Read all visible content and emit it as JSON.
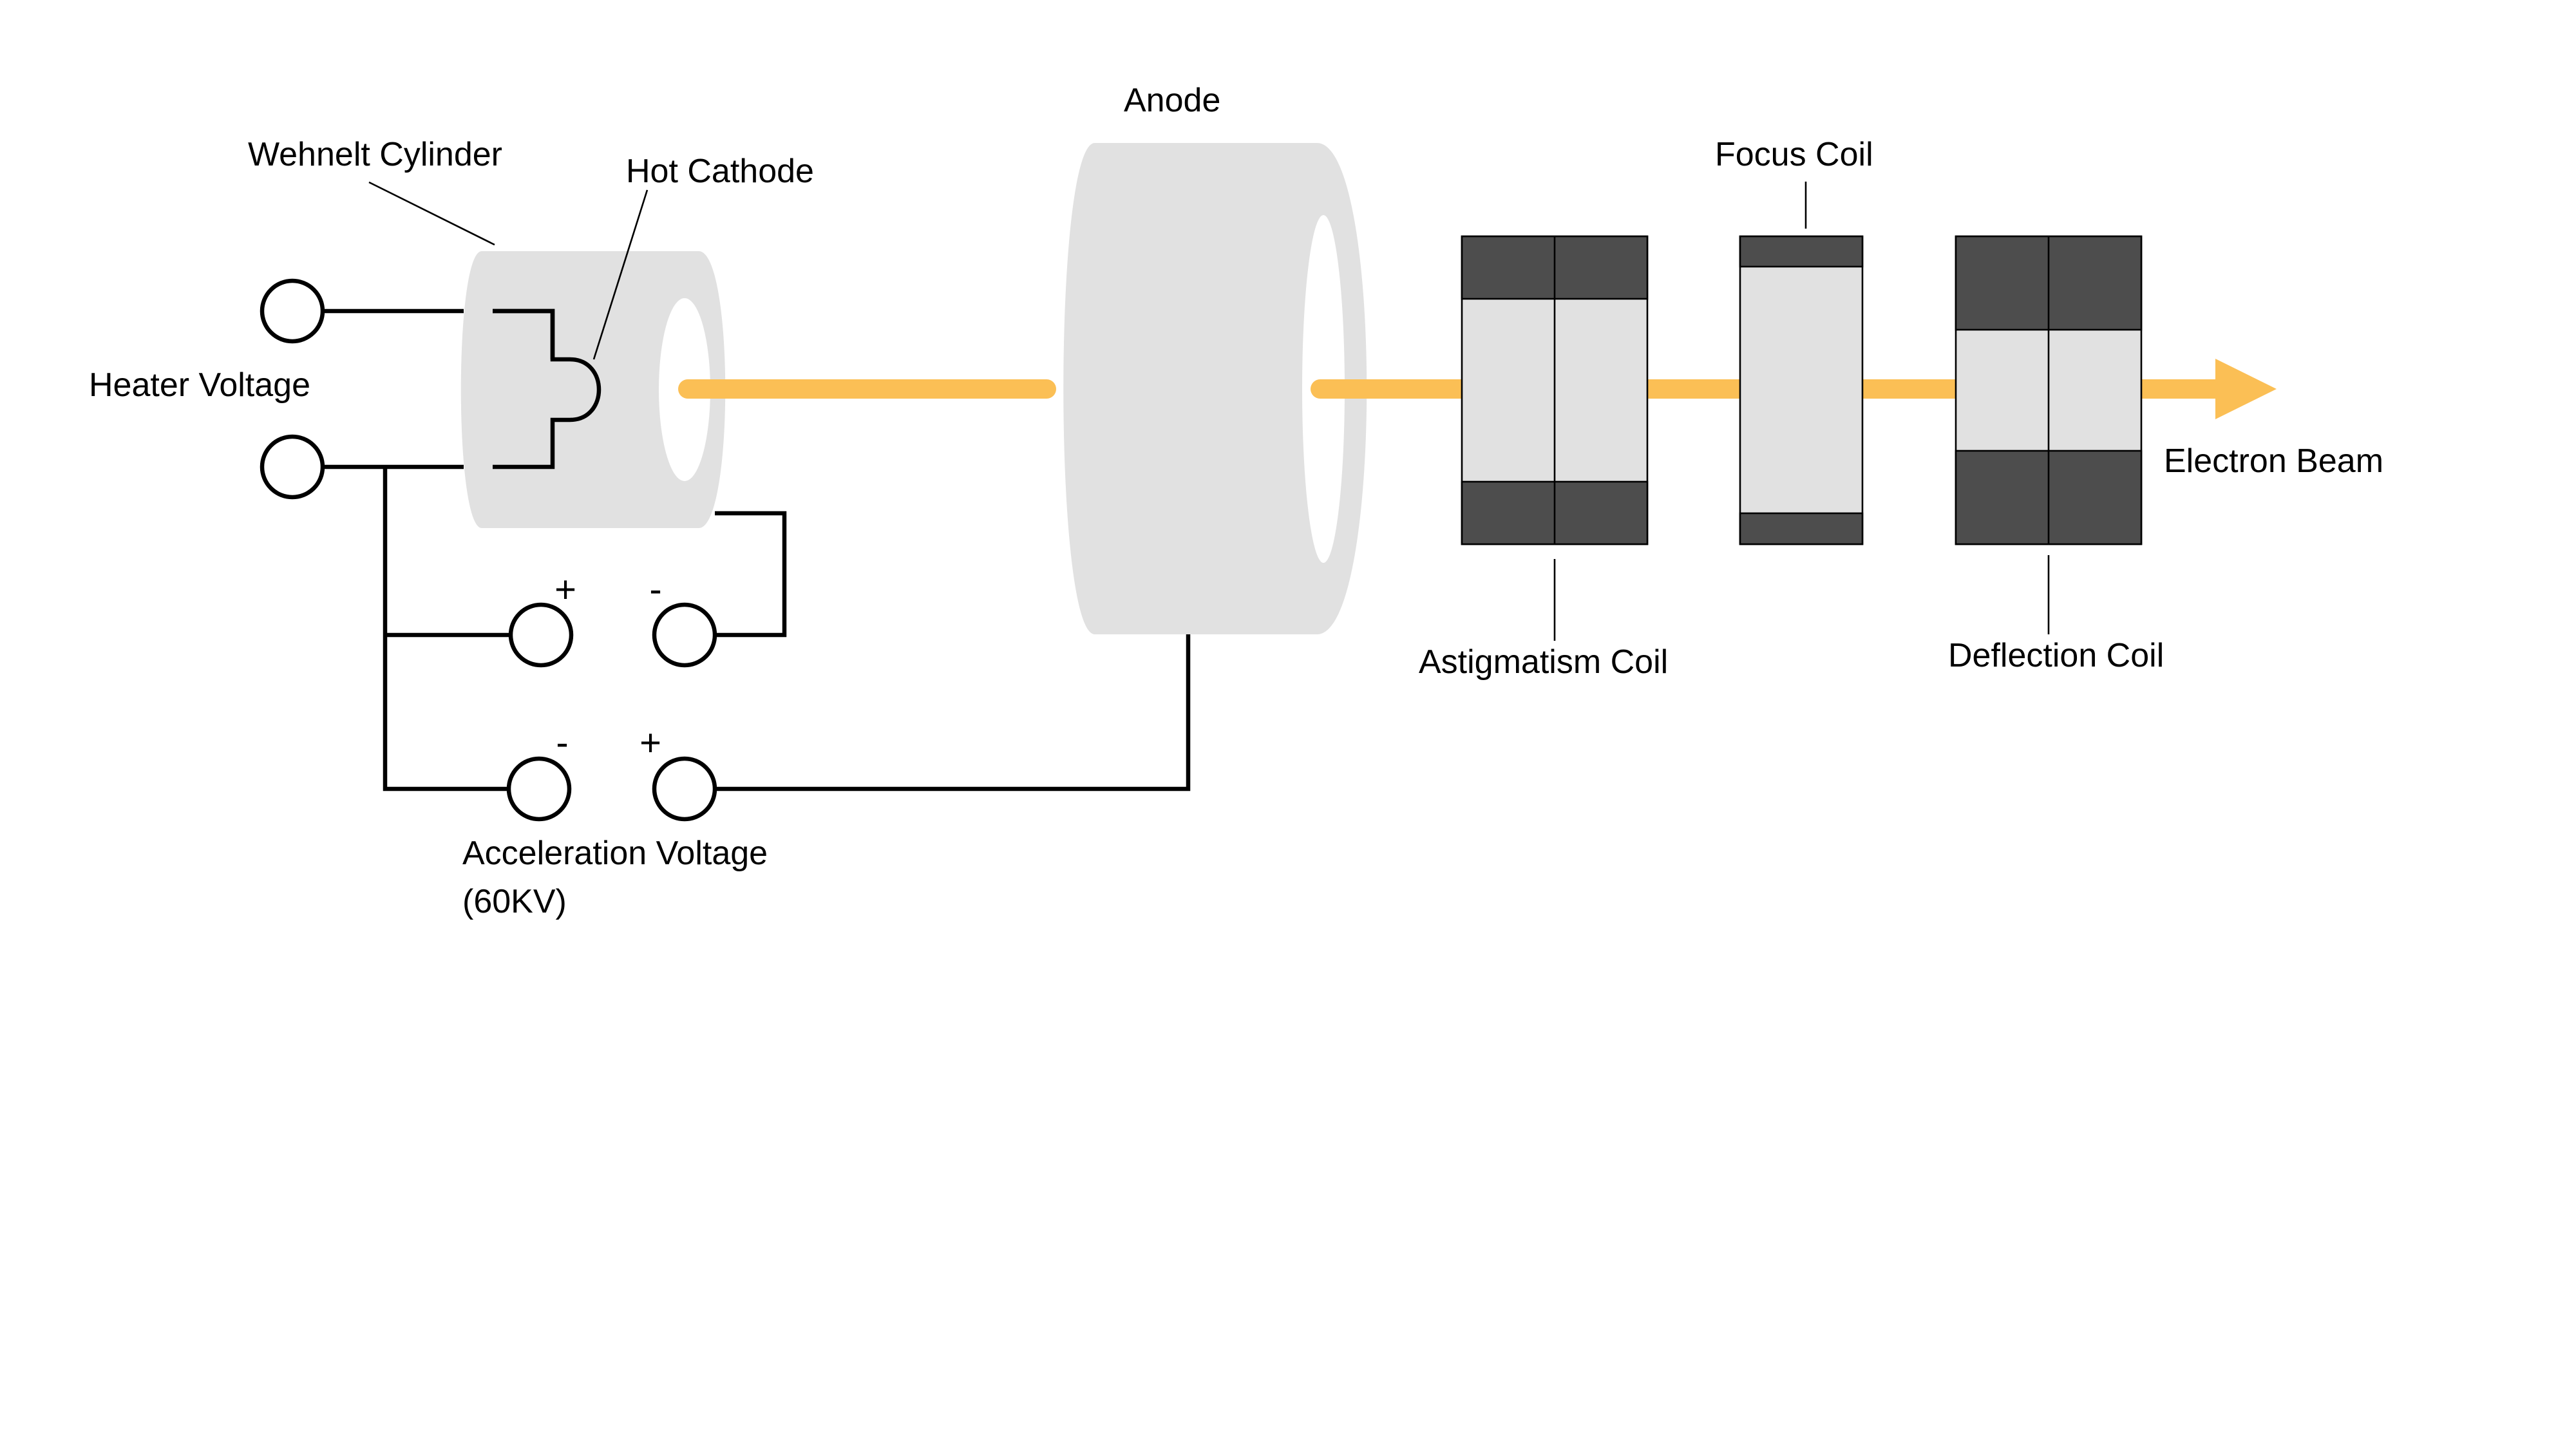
{
  "labels": {
    "wehnelt": "Wehnelt Cylinder",
    "hot_cathode": "Hot Cathode",
    "anode": "Anode",
    "focus_coil": "Focus Coil",
    "heater_voltage": "Heater Voltage",
    "electron_beam": "Electron Beam",
    "astigmatism_coil": "Astigmatism Coil",
    "deflection_coil": "Deflection Coil",
    "acceleration_voltage_line1": "Acceleration Voltage",
    "acceleration_voltage_line2": "(60KV)"
  },
  "polarity": {
    "bias_left": "+",
    "bias_right": "-",
    "accel_left": "-",
    "accel_right": "+"
  },
  "colors": {
    "beam": "#fbbf55",
    "cylinder": "#e1e1e1",
    "coil_dark": "#4d4d4d",
    "coil_light": "#e1e1e1",
    "wire": "#000000"
  }
}
